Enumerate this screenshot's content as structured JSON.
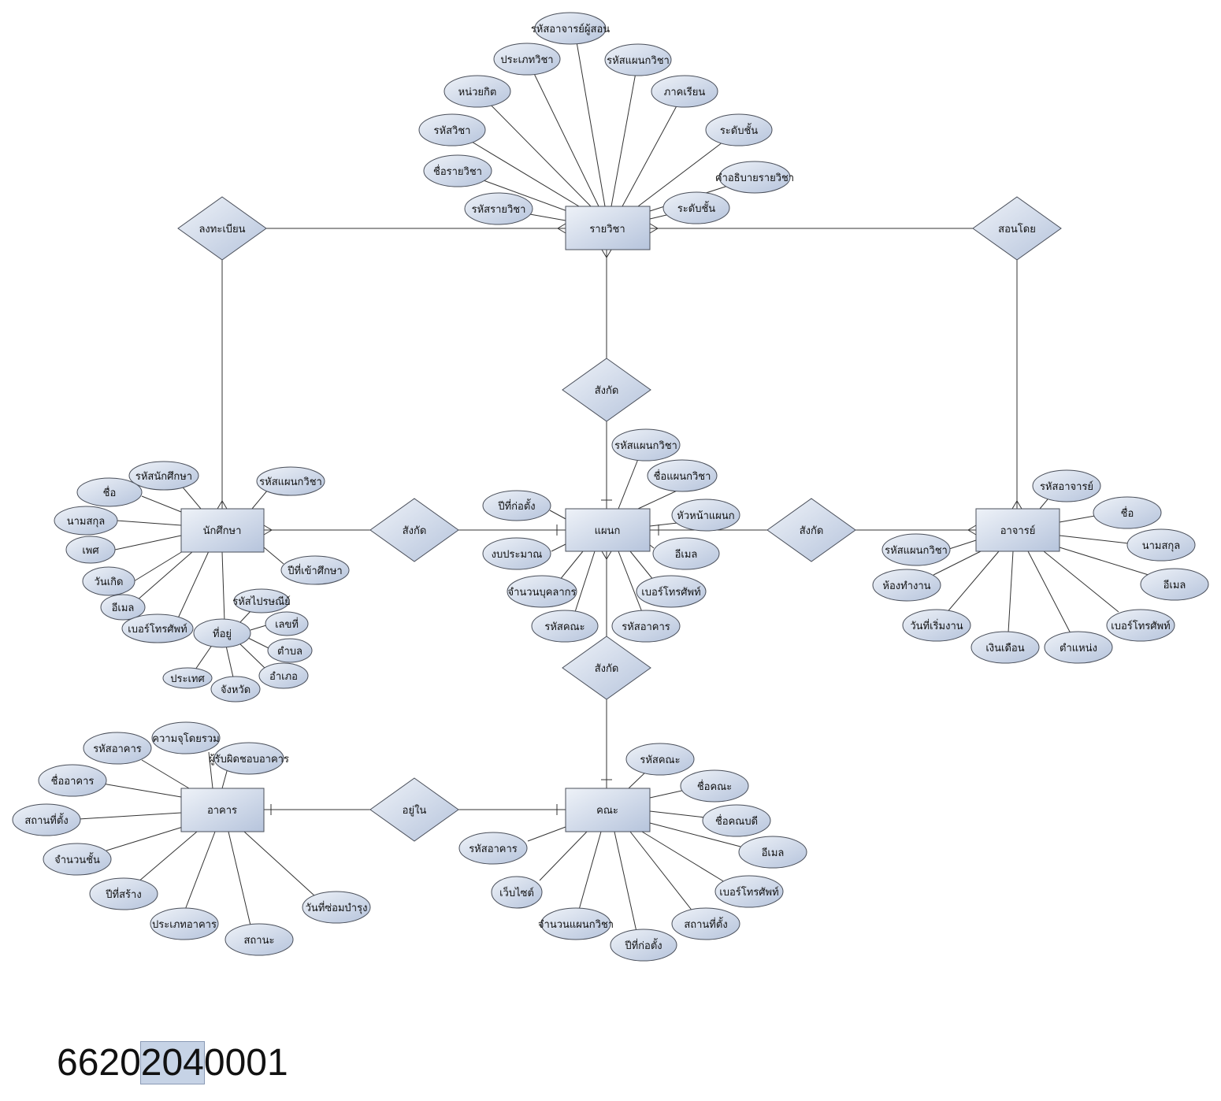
{
  "colors": {
    "fill_light": "#eef2f8",
    "fill_dark": "#b6c4dc",
    "stroke": "#4a4f5a",
    "line": "#333333"
  },
  "entities": [
    {
      "id": "course",
      "label": "รายวิชา"
    },
    {
      "id": "student",
      "label": "นักศึกษา"
    },
    {
      "id": "dept",
      "label": "แผนก"
    },
    {
      "id": "teacher",
      "label": "อาจารย์"
    },
    {
      "id": "building",
      "label": "อาคาร"
    },
    {
      "id": "faculty",
      "label": "คณะ"
    }
  ],
  "relationships": [
    {
      "id": "r_enroll",
      "label": "ลงทะเบียน"
    },
    {
      "id": "r_teach",
      "label": "สอนโดย"
    },
    {
      "id": "r_c_d",
      "label": "สังกัด"
    },
    {
      "id": "r_s_d",
      "label": "สังกัด"
    },
    {
      "id": "r_t_d",
      "label": "สังกัด"
    },
    {
      "id": "r_d_f",
      "label": "สังกัด"
    },
    {
      "id": "r_b_f",
      "label": "อยู่ใน"
    }
  ],
  "attributes": [
    {
      "id": "c1",
      "label": "รหัสอาจารย์ผู้สอน"
    },
    {
      "id": "c2",
      "label": "ประเภทวิชา"
    },
    {
      "id": "c3",
      "label": "รหัสแผนกวิชา"
    },
    {
      "id": "c4",
      "label": "หน่วยกิต"
    },
    {
      "id": "c5",
      "label": "ภาคเรียน"
    },
    {
      "id": "c6",
      "label": "รหัสวิชา"
    },
    {
      "id": "c7",
      "label": "ระดับชั้น"
    },
    {
      "id": "c8",
      "label": "ชื่อรายวิชา"
    },
    {
      "id": "c9",
      "label": "คำอธิบายรายวิชา"
    },
    {
      "id": "c10",
      "label": "รหัสรายวิชา"
    },
    {
      "id": "c11",
      "label": "ระดับชั้น"
    },
    {
      "id": "s1",
      "label": "รหัสนักศึกษา"
    },
    {
      "id": "s2",
      "label": "ชื่อ"
    },
    {
      "id": "s3",
      "label": "รหัสแผนกวิชา"
    },
    {
      "id": "s4",
      "label": "นามสกุล"
    },
    {
      "id": "s5",
      "label": "เพศ"
    },
    {
      "id": "s6",
      "label": "ปีที่เข้าศึกษา"
    },
    {
      "id": "s7",
      "label": "วันเกิด"
    },
    {
      "id": "s8",
      "label": "อีเมล"
    },
    {
      "id": "s9",
      "label": "เบอร์โทรศัพท์"
    },
    {
      "id": "s10",
      "label": "ที่อยู่"
    },
    {
      "id": "a1",
      "label": "รหัสไปรษณีย์"
    },
    {
      "id": "a2",
      "label": "เลขที่"
    },
    {
      "id": "a3",
      "label": "ตำบล"
    },
    {
      "id": "a4",
      "label": "อำเภอ"
    },
    {
      "id": "a5",
      "label": "จังหวัด"
    },
    {
      "id": "a6",
      "label": "ประเทศ"
    },
    {
      "id": "d1",
      "label": "รหัสแผนกวิชา"
    },
    {
      "id": "d2",
      "label": "ชื่อแผนกวิชา"
    },
    {
      "id": "d3",
      "label": "ปีที่ก่อตั้ง"
    },
    {
      "id": "d4",
      "label": "หัวหน้าแผนก"
    },
    {
      "id": "d5",
      "label": "งบประมาณ"
    },
    {
      "id": "d6",
      "label": "อีเมล"
    },
    {
      "id": "d7",
      "label": "จำนวนบุคลากร"
    },
    {
      "id": "d8",
      "label": "เบอร์โทรศัพท์"
    },
    {
      "id": "d9",
      "label": "รหัสคณะ"
    },
    {
      "id": "d10",
      "label": "รหัสอาคาร"
    },
    {
      "id": "t1",
      "label": "รหัสอาจารย์"
    },
    {
      "id": "t2",
      "label": "ชื่อ"
    },
    {
      "id": "t3",
      "label": "นามสกุล"
    },
    {
      "id": "t4",
      "label": "รหัสแผนกวิชา"
    },
    {
      "id": "t5",
      "label": "อีเมล"
    },
    {
      "id": "t6",
      "label": "ห้องทำงาน"
    },
    {
      "id": "t7",
      "label": "เบอร์โทรศัพท์"
    },
    {
      "id": "t8",
      "label": "วันที่เริ่มงาน"
    },
    {
      "id": "t9",
      "label": "เงินเดือน"
    },
    {
      "id": "t10",
      "label": "ตำแหน่ง"
    },
    {
      "id": "b1",
      "label": "ความจุโดยรวม"
    },
    {
      "id": "b2",
      "label": "รหัสอาคาร"
    },
    {
      "id": "b3",
      "label": "ผู้รับผิดชอบอาคาร"
    },
    {
      "id": "b4",
      "label": "ชื่ออาคาร"
    },
    {
      "id": "b5",
      "label": "สถานที่ตั้ง"
    },
    {
      "id": "b6",
      "label": "จำนวนชั้น"
    },
    {
      "id": "b7",
      "label": "ปีที่สร้าง"
    },
    {
      "id": "b8",
      "label": "วันที่ซ่อมบำรุง"
    },
    {
      "id": "b9",
      "label": "ประเภทอาคาร"
    },
    {
      "id": "b10",
      "label": "สถานะ"
    },
    {
      "id": "f1",
      "label": "รหัสคณะ"
    },
    {
      "id": "f2",
      "label": "ชื่อคณะ"
    },
    {
      "id": "f3",
      "label": "ชื่อคณบดี"
    },
    {
      "id": "f4",
      "label": "รหัสอาคาร"
    },
    {
      "id": "f5",
      "label": "อีเมล"
    },
    {
      "id": "f6",
      "label": "เว็บไซต์"
    },
    {
      "id": "f7",
      "label": "เบอร์โทรศัพท์"
    },
    {
      "id": "f8",
      "label": "จำนวนแผนกวิชา"
    },
    {
      "id": "f9",
      "label": "สถานที่ตั้ง"
    },
    {
      "id": "f10",
      "label": "ปีที่ก่อตั้ง"
    }
  ],
  "footer": {
    "prefix": "6620",
    "highlight": "204",
    "suffix": "0001"
  }
}
